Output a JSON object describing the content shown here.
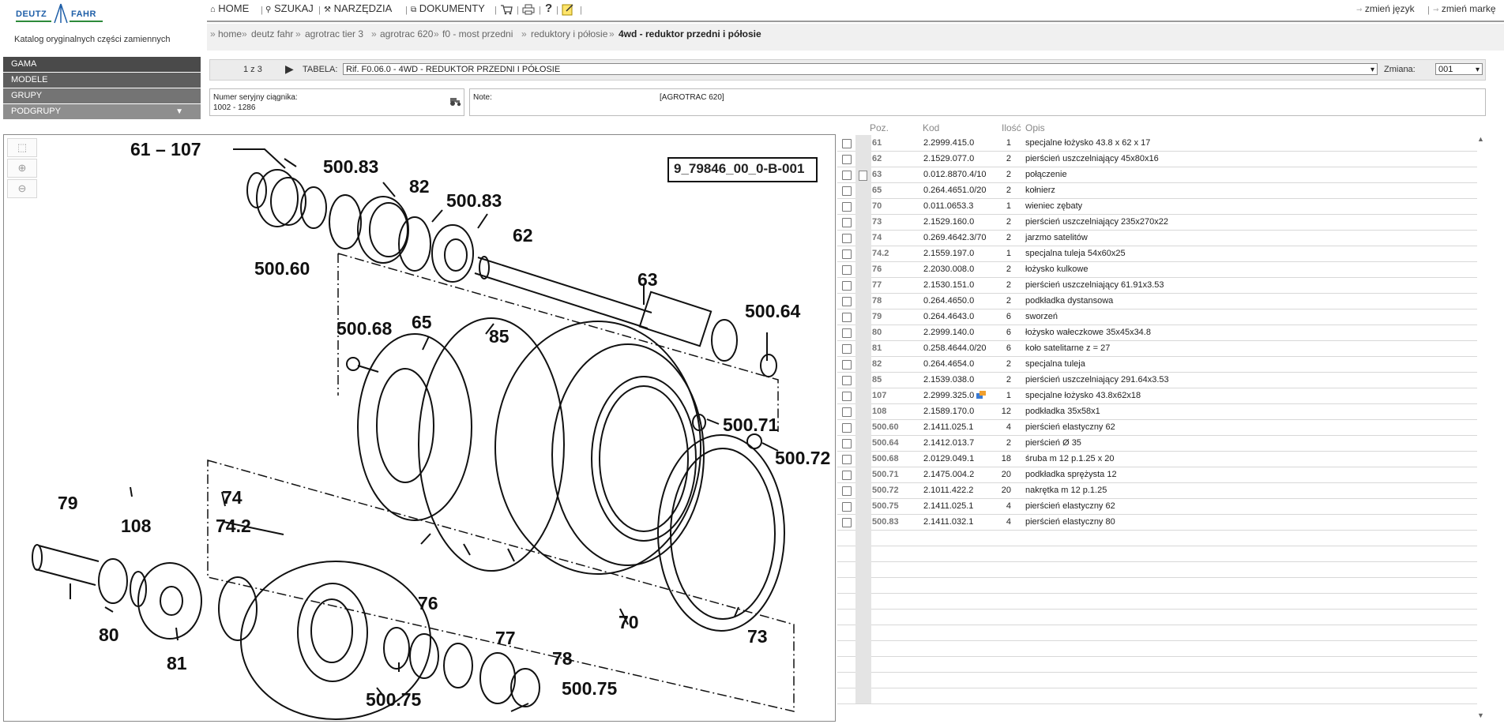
{
  "brand": {
    "left": "DEUTZ",
    "right": "FAHR"
  },
  "catalog_title": "Katalog oryginalnych części zamiennych",
  "topnav": {
    "items": [
      {
        "label": "HOME",
        "icon": "home-icon"
      },
      {
        "label": "SZUKAJ",
        "icon": "search-icon"
      },
      {
        "label": "NARZĘDZIA",
        "icon": "tools-icon"
      },
      {
        "label": "DOKUMENTY",
        "icon": "documents-icon"
      }
    ],
    "change_language": "zmień język",
    "change_brand": "zmień markę"
  },
  "breadcrumb": [
    {
      "label": "home"
    },
    {
      "label": "deutz fahr"
    },
    {
      "label": "agrotrac tier 3"
    },
    {
      "label": "agrotrac 620"
    },
    {
      "label": "f0 - most przedni"
    },
    {
      "label": "reduktory i półosie"
    },
    {
      "label": "4wd - reduktor przedni i półosie",
      "current": true
    }
  ],
  "sidebar": {
    "items": [
      {
        "label": "GAMA",
        "color": "#4a4a4a"
      },
      {
        "label": "MODELE",
        "color": "#5e5e5e"
      },
      {
        "label": "GRUPY",
        "color": "#747474"
      },
      {
        "label": "PODGRUPY",
        "color": "#8e8e8e"
      }
    ]
  },
  "toolbar": {
    "pager": "1 z 3",
    "table_label": "TABELA:",
    "table_value": "Rif. F0.06.0 - 4WD - REDUKTOR PRZEDNI I PÓŁOSIE",
    "zmiana_label": "Zmiana:",
    "zmiana_value": "001"
  },
  "serial": {
    "label": "Numer seryjny ciągnika:",
    "value": "1002 - 1286"
  },
  "note": {
    "label": "Note:",
    "value": "[AGROTRAC 620]"
  },
  "drawing": {
    "ref_code": "9_79846_00_0-B-001",
    "callouts": [
      "61 – 107",
      "500.83",
      "82",
      "500.83",
      "62",
      "500.60",
      "63",
      "500.64",
      "500.68",
      "65",
      "85",
      "500.71",
      "500.72",
      "79",
      "108",
      "74",
      "74.2",
      "76",
      "77",
      "78",
      "80",
      "81",
      "70",
      "73",
      "500.75",
      "500.75"
    ]
  },
  "table": {
    "headers": {
      "pos": "Poz.",
      "kod": "Kod",
      "qty": "Ilość",
      "desc": "Opis"
    },
    "rows": [
      {
        "pos": "61",
        "kod": "2.2999.415.0",
        "qty": "1",
        "desc": "specjalne łożysko 43.8 x 62 x 17"
      },
      {
        "pos": "62",
        "kod": "2.1529.077.0",
        "qty": "2",
        "desc": "pierścień uszczelniający 45x80x16"
      },
      {
        "pos": "63",
        "kod": "0.012.8870.4/10",
        "qty": "2",
        "desc": "połączenie",
        "note_icon": true
      },
      {
        "pos": "65",
        "kod": "0.264.4651.0/20",
        "qty": "2",
        "desc": "kołnierz"
      },
      {
        "pos": "70",
        "kod": "0.011.0653.3",
        "qty": "1",
        "desc": "wieniec zębaty"
      },
      {
        "pos": "73",
        "kod": "2.1529.160.0",
        "qty": "2",
        "desc": "pierścień uszczelniający 235x270x22"
      },
      {
        "pos": "74",
        "kod": "0.269.4642.3/70",
        "qty": "2",
        "desc": "jarzmo satelitów"
      },
      {
        "pos": "74.2",
        "kod": "2.1559.197.0",
        "qty": "1",
        "desc": "specjalna tuleja 54x60x25"
      },
      {
        "pos": "76",
        "kod": "2.2030.008.0",
        "qty": "2",
        "desc": "łożysko kulkowe"
      },
      {
        "pos": "77",
        "kod": "2.1530.151.0",
        "qty": "2",
        "desc": "pierścień uszczelniający 61.91x3.53"
      },
      {
        "pos": "78",
        "kod": "0.264.4650.0",
        "qty": "2",
        "desc": "podkładka dystansowa"
      },
      {
        "pos": "79",
        "kod": "0.264.4643.0",
        "qty": "6",
        "desc": "sworzeń"
      },
      {
        "pos": "80",
        "kod": "2.2999.140.0",
        "qty": "6",
        "desc": "łożysko wałeczkowe 35x45x34.8"
      },
      {
        "pos": "81",
        "kod": "0.258.4644.0/20",
        "qty": "6",
        "desc": "koło satelitarne z = 27"
      },
      {
        "pos": "82",
        "kod": "0.264.4654.0",
        "qty": "2",
        "desc": "specjalna tuleja"
      },
      {
        "pos": "85",
        "kod": "2.1539.038.0",
        "qty": "2",
        "desc": "pierścień uszczelniający 291.64x3.53"
      },
      {
        "pos": "107",
        "kod": "2.2999.325.0",
        "qty": "1",
        "desc": "specjalne łożysko 43.8x62x18",
        "mini_icon": true
      },
      {
        "pos": "108",
        "kod": "2.1589.170.0",
        "qty": "12",
        "desc": "podkładka 35x58x1"
      },
      {
        "pos": "500.60",
        "kod": "2.1411.025.1",
        "qty": "4",
        "desc": "pierścień elastyczny 62"
      },
      {
        "pos": "500.64",
        "kod": "2.1412.013.7",
        "qty": "2",
        "desc": "pierścień Ø 35"
      },
      {
        "pos": "500.68",
        "kod": "2.0129.049.1",
        "qty": "18",
        "desc": "śruba m 12 p.1.25 x 20"
      },
      {
        "pos": "500.71",
        "kod": "2.1475.004.2",
        "qty": "20",
        "desc": "podkładka sprężysta 12"
      },
      {
        "pos": "500.72",
        "kod": "2.1011.422.2",
        "qty": "20",
        "desc": "nakrętka m 12 p.1.25"
      },
      {
        "pos": "500.75",
        "kod": "2.1411.025.1",
        "qty": "4",
        "desc": "pierścień elastyczny 62"
      },
      {
        "pos": "500.83",
        "kod": "2.1411.032.1",
        "qty": "4",
        "desc": "pierścień elastyczny 80"
      }
    ]
  }
}
